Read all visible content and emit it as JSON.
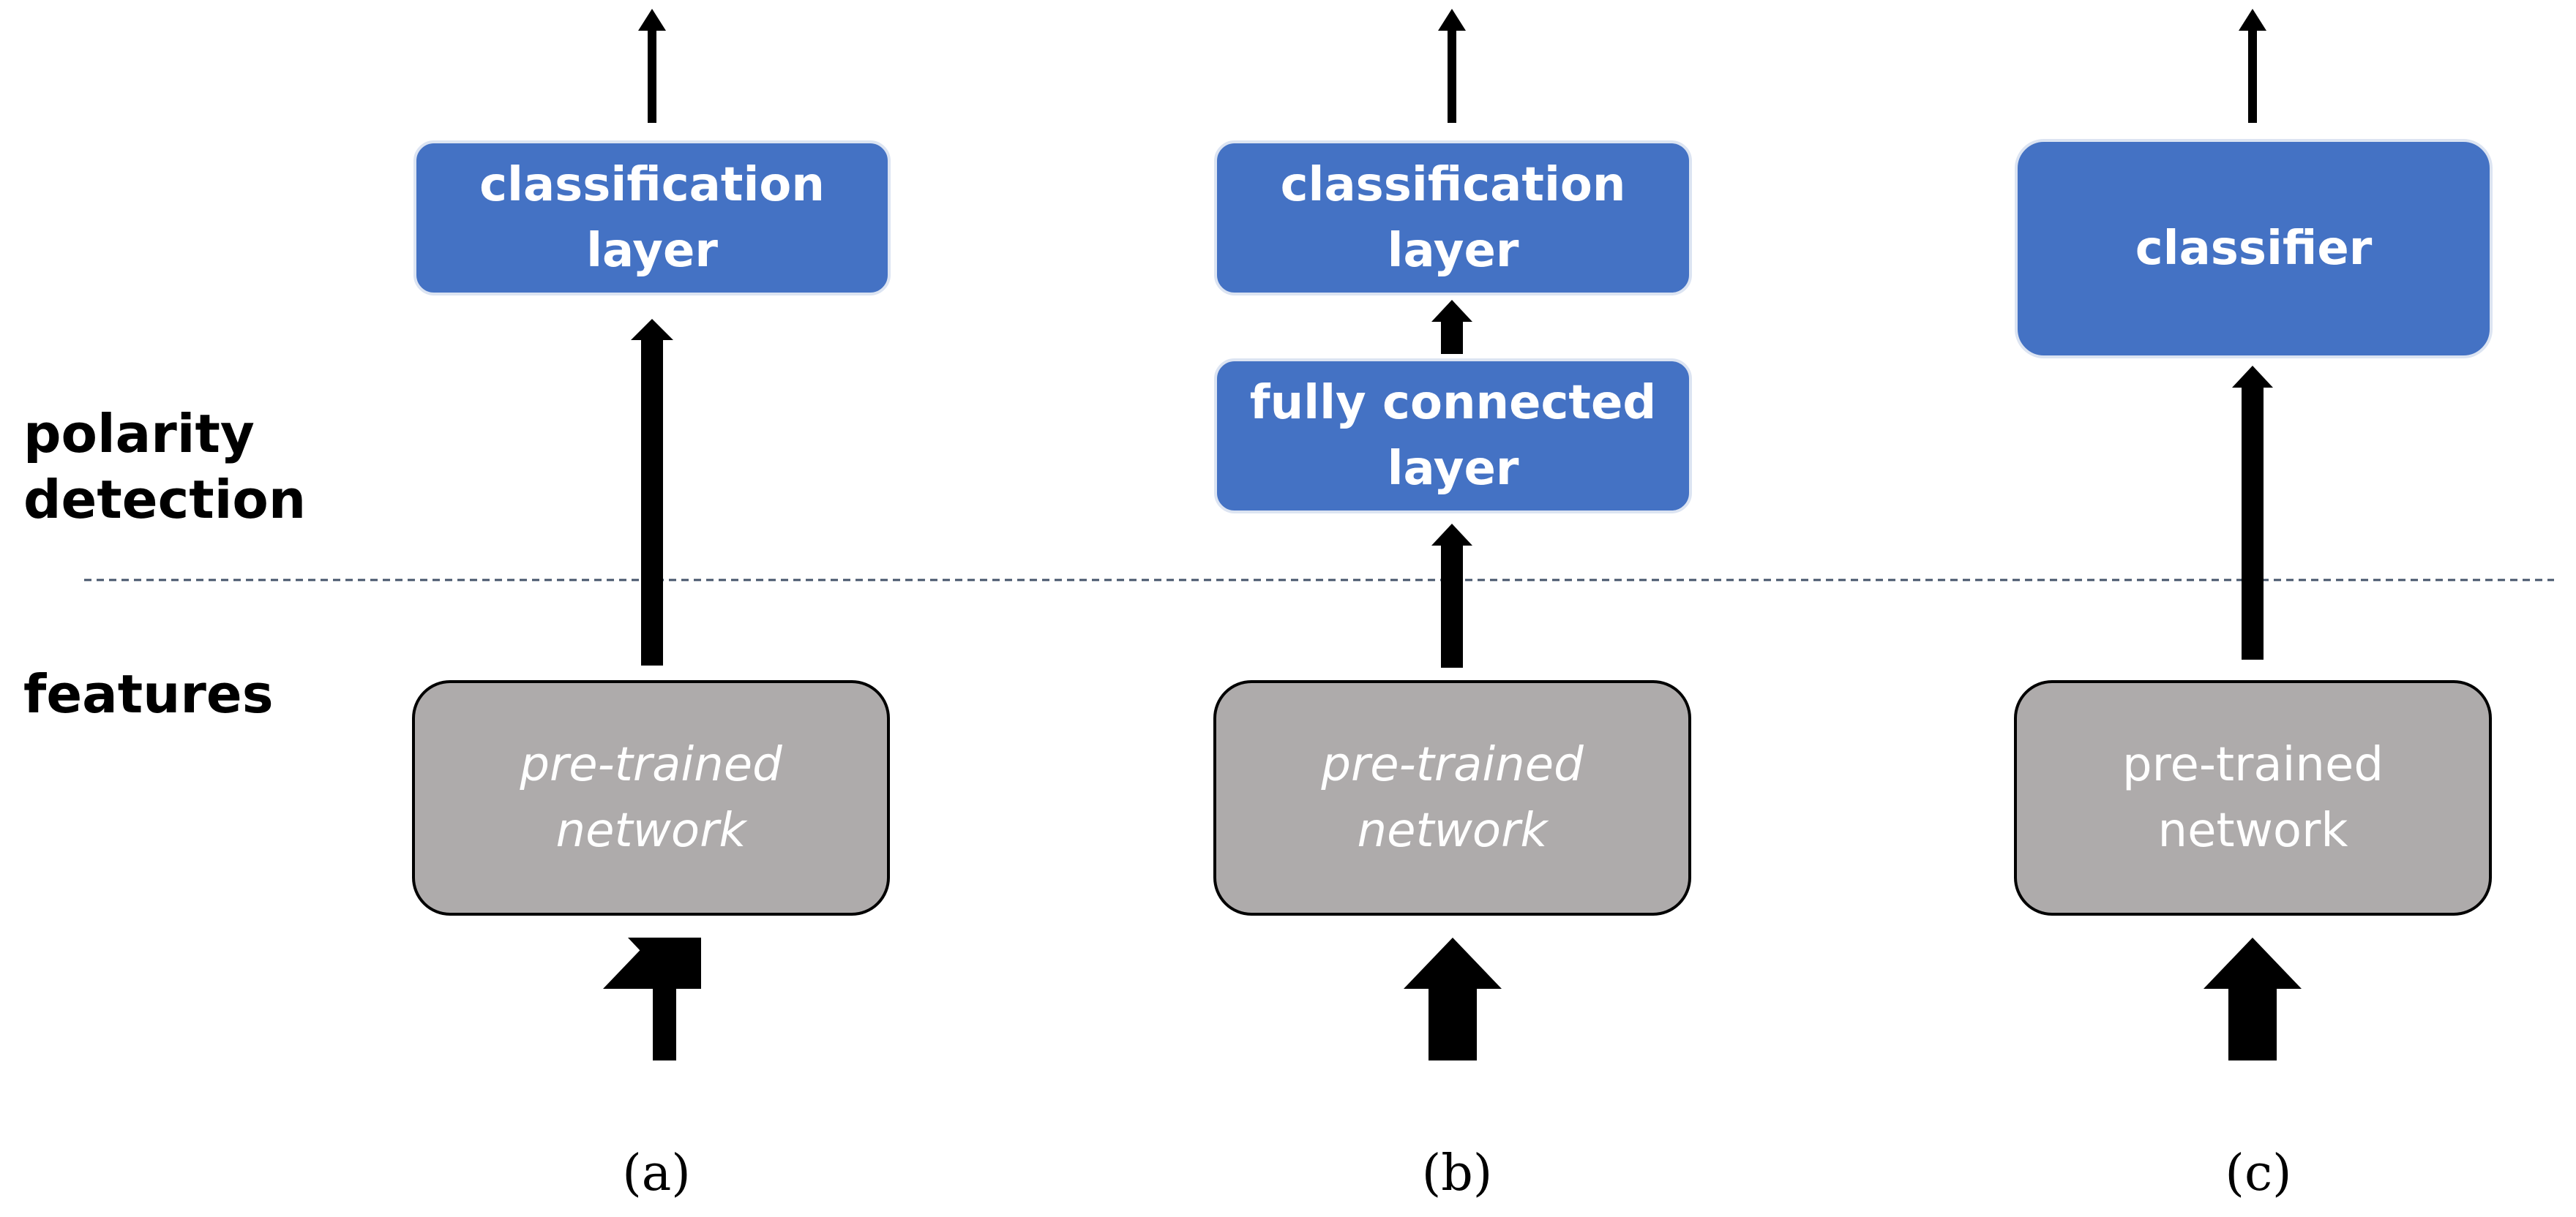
{
  "side_labels": {
    "polarity": "polarity\ndetection",
    "features": "features"
  },
  "panels": {
    "a": {
      "caption": "(a)",
      "classification_layer": "classification\nlayer",
      "pretrained_network": "pre-trained\nnetwork"
    },
    "b": {
      "caption": "(b)",
      "classification_layer": "classification\nlayer",
      "fully_connected_layer": "fully connected\nlayer",
      "pretrained_network": "pre-trained\nnetwork"
    },
    "c": {
      "caption": "(c)",
      "classifier": "classifier",
      "pretrained_network": "pre-trained\nnetwork"
    }
  },
  "colors": {
    "blue_box": "#4472C4",
    "gray_box": "#AEABAB",
    "separator": "#44546A",
    "arrow": "#000000"
  }
}
